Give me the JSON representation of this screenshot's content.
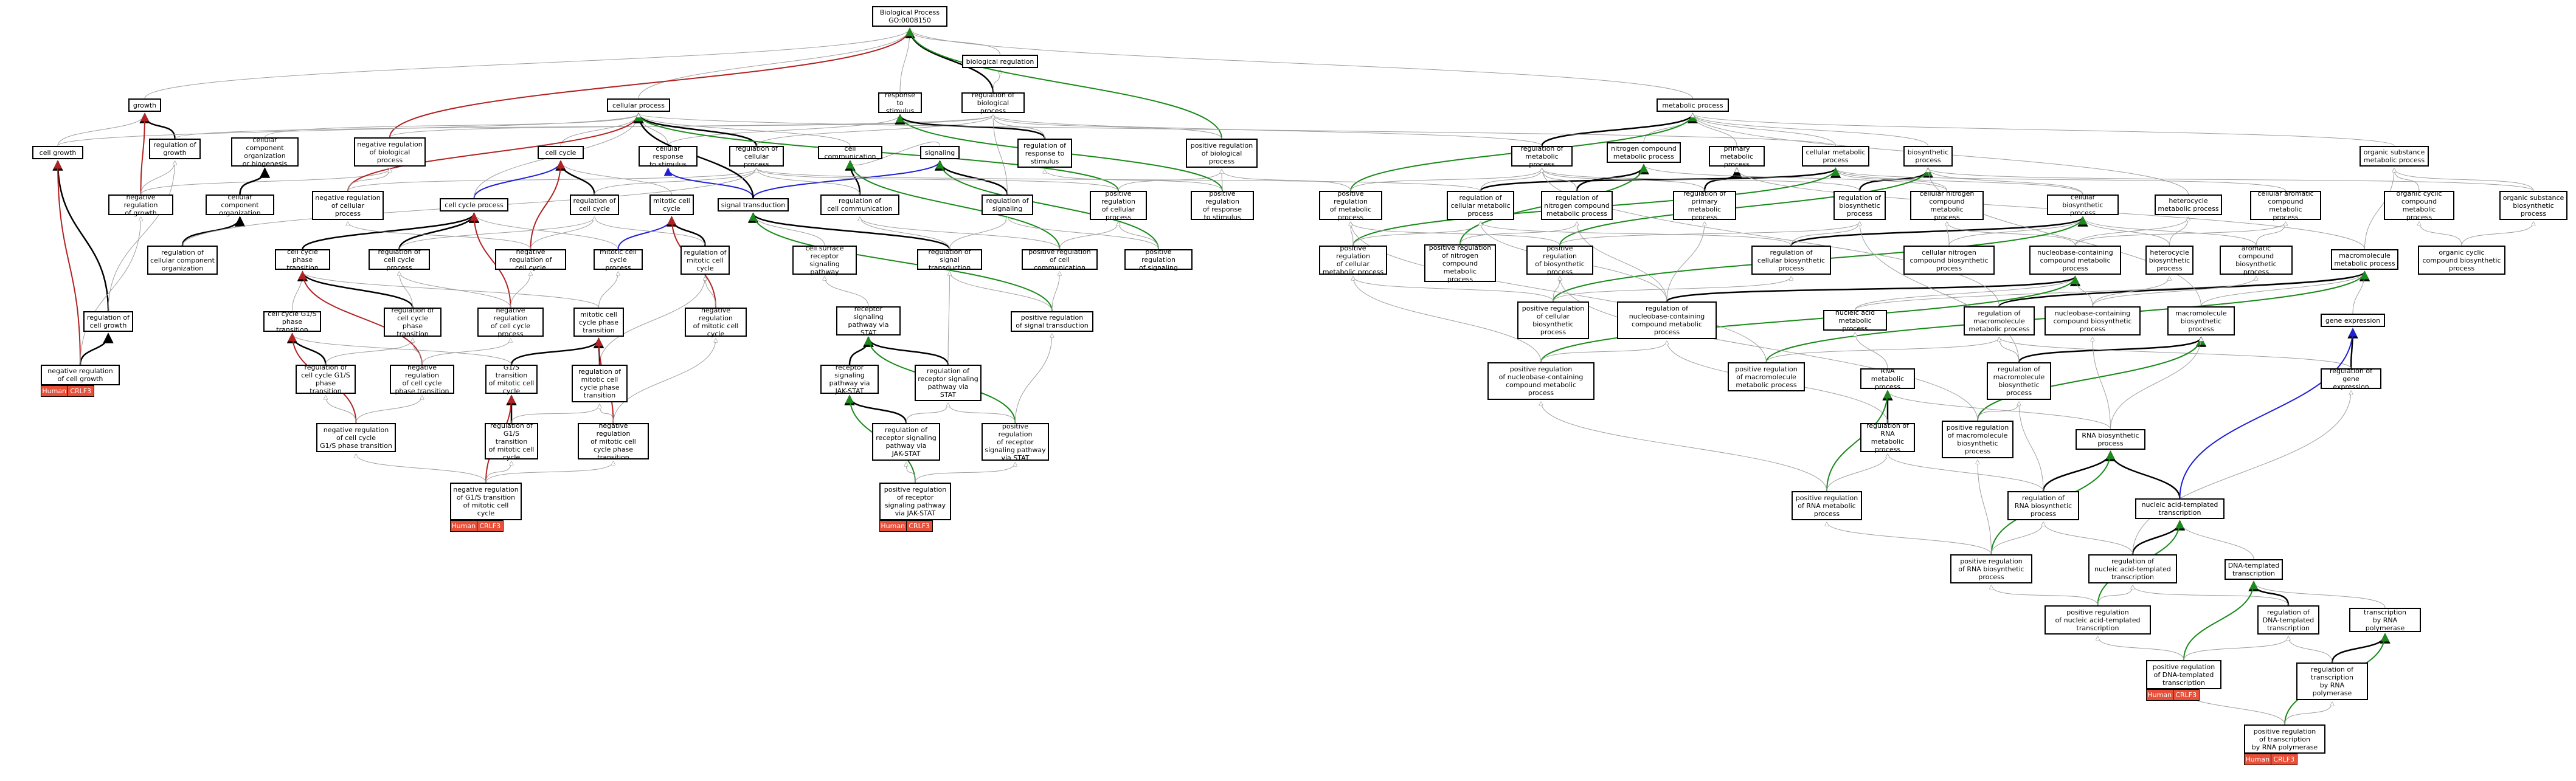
{
  "title": "GO biological process graph for CRLF3",
  "badge": {
    "species": "Human",
    "gene": "CRLF3"
  },
  "colors": {
    "is_a": "#9e9e9e",
    "part_of": "#000000",
    "regulates": "#b22222",
    "neg_regulates": "#b22222",
    "pos_regulates": "#1a8a1a",
    "blue": "#1f1fd6",
    "badge": "#e8503a"
  },
  "nodes": [
    {
      "id": "bp",
      "label": "Biological Process\nGO:0008150"
    },
    {
      "id": "bioreg",
      "label": "biological regulation"
    },
    {
      "id": "resp_stim",
      "label": "response to\nstimulus"
    },
    {
      "id": "reg_bp",
      "label": "regulation of\nbiological process"
    },
    {
      "id": "growth",
      "label": "growth"
    },
    {
      "id": "cellular_process",
      "label": "cellular process"
    },
    {
      "id": "metabolic",
      "label": "metabolic process"
    },
    {
      "id": "reg_growth",
      "label": "regulation of\ngrowth"
    },
    {
      "id": "cc_org",
      "label": "cellular component\norganization\nor biogenesis"
    },
    {
      "id": "neg_reg_bp",
      "label": "negative regulation\nof biological\nprocess"
    },
    {
      "id": "cell_growth",
      "label": "cell growth"
    },
    {
      "id": "cell_cycle",
      "label": "cell cycle"
    },
    {
      "id": "cell_resp",
      "label": "cellular response\nto stimulus"
    },
    {
      "id": "reg_cp",
      "label": "regulation of\ncellular process"
    },
    {
      "id": "cell_comm",
      "label": "cell communication"
    },
    {
      "id": "signaling",
      "label": "signaling"
    },
    {
      "id": "reg_resp",
      "label": "regulation of\nresponse to\nstimulus"
    },
    {
      "id": "pos_reg_bp",
      "label": "positive regulation\nof biological\nprocess"
    },
    {
      "id": "neg_reg_growth",
      "label": "negative regulation\nof growth"
    },
    {
      "id": "cc_organization",
      "label": "cellular component\norganization"
    },
    {
      "id": "neg_reg_cp",
      "label": "negative regulation\nof cellular\nprocess"
    },
    {
      "id": "cc_process",
      "label": "cell cycle process"
    },
    {
      "id": "reg_cell_cycle",
      "label": "regulation of\ncell cycle"
    },
    {
      "id": "mitotic_cc",
      "label": "mitotic cell\ncycle"
    },
    {
      "id": "sig_trans",
      "label": "signal transduction"
    },
    {
      "id": "reg_cell_comm",
      "label": "regulation of\ncell communication"
    },
    {
      "id": "reg_signaling",
      "label": "regulation of\nsignaling"
    },
    {
      "id": "pos_reg_cp",
      "label": "positive regulation\nof cellular\nprocess"
    },
    {
      "id": "pos_reg_resp",
      "label": "positive regulation\nof response\nto stimulus"
    },
    {
      "id": "reg_cc_org",
      "label": "regulation of\ncellular component\norganization"
    },
    {
      "id": "cc_phase_trans",
      "label": "cell cycle phase\ntransition"
    },
    {
      "id": "reg_ccp",
      "label": "regulation of\ncell cycle process"
    },
    {
      "id": "neg_reg_cc",
      "label": "negative regulation of\ncell cycle"
    },
    {
      "id": "mitotic_ccp",
      "label": "mitotic cell\ncycle process"
    },
    {
      "id": "reg_mitotic_cc",
      "label": "regulation of\nmitotic cell\ncycle"
    },
    {
      "id": "cs_rsp",
      "label": "cell surface\nreceptor signaling\npathway"
    },
    {
      "id": "reg_sig_trans",
      "label": "regulation of\nsignal transduction"
    },
    {
      "id": "pos_reg_cell_comm",
      "label": "positive regulation\nof cell communication"
    },
    {
      "id": "pos_reg_signaling",
      "label": "positive regulation\nof signaling"
    },
    {
      "id": "reg_cell_growth",
      "label": "regulation of\ncell growth"
    },
    {
      "id": "g1s",
      "label": "cell cycle G1/S\nphase transition"
    },
    {
      "id": "reg_ccpt",
      "label": "regulation of\ncell cycle phase\ntransition"
    },
    {
      "id": "neg_reg_ccp",
      "label": "negative regulation\nof cell cycle\nprocess"
    },
    {
      "id": "mitotic_ccpt",
      "label": "mitotic cell\ncycle phase\ntransition"
    },
    {
      "id": "neg_reg_mcc",
      "label": "negative regulation\nof mitotic cell\ncycle"
    },
    {
      "id": "rsp_stat",
      "label": "receptor signaling\npathway via\nSTAT"
    },
    {
      "id": "pos_reg_sig_trans",
      "label": "positive regulation\nof signal transduction"
    },
    {
      "id": "neg_reg_cell_growth",
      "label": "negative regulation\nof cell growth"
    },
    {
      "id": "reg_cc_g1s",
      "label": "regulation of\ncell cycle G1/S\nphase transition"
    },
    {
      "id": "neg_reg_ccpt",
      "label": "negative regulation\nof cell cycle\nphase transition"
    },
    {
      "id": "g1s_mitotic",
      "label": "G1/S transition\nof mitotic cell\ncycle"
    },
    {
      "id": "reg_mccpt",
      "label": "regulation of\nmitotic cell\ncycle phase\ntransition"
    },
    {
      "id": "rsp_jakstat",
      "label": "receptor signaling\npathway via\nJAK-STAT"
    },
    {
      "id": "reg_rsp_stat",
      "label": "regulation of\nreceptor signaling\npathway via\nSTAT"
    },
    {
      "id": "neg_reg_cc_g1s",
      "label": "negative regulation\nof cell cycle\nG1/S phase transition"
    },
    {
      "id": "reg_g1s_mitotic",
      "label": "regulation of\nG1/S transition\nof mitotic cell\ncycle"
    },
    {
      "id": "neg_reg_mccpt",
      "label": "negative regulation\nof mitotic cell\ncycle phase\ntransition"
    },
    {
      "id": "reg_rsp_jakstat",
      "label": "regulation of\nreceptor signaling\npathway via\nJAK-STAT"
    },
    {
      "id": "pos_reg_rsp_stat",
      "label": "positive regulation\nof receptor\nsignaling pathway\nvia STAT"
    },
    {
      "id": "neg_reg_g1s_mitotic",
      "label": "negative regulation\nof G1/S transition\nof mitotic cell\ncycle"
    },
    {
      "id": "pos_reg_rsp_jakstat",
      "label": "positive regulation\nof receptor\nsignaling pathway\nvia JAK-STAT"
    },
    {
      "id": "reg_metab",
      "label": "regulation of\nmetabolic process"
    },
    {
      "id": "nitrogen",
      "label": "nitrogen compound\nmetabolic process"
    },
    {
      "id": "primary_metab",
      "label": "primary metabolic\nprocess"
    },
    {
      "id": "cell_metab",
      "label": "cellular metabolic\nprocess"
    },
    {
      "id": "biosynth",
      "label": "biosynthetic\nprocess"
    },
    {
      "id": "org_sub",
      "label": "organic substance\nmetabolic process"
    },
    {
      "id": "pos_reg_metab",
      "label": "positive regulation\nof metabolic\nprocess"
    },
    {
      "id": "reg_cell_metab",
      "label": "regulation of\ncellular metabolic\nprocess"
    },
    {
      "id": "reg_nitrogen",
      "label": "regulation of\nnitrogen compound\nmetabolic process"
    },
    {
      "id": "reg_primary",
      "label": "regulation of\nprimary metabolic\nprocess"
    },
    {
      "id": "reg_biosynth",
      "label": "regulation of\nbiosynthetic\nprocess"
    },
    {
      "id": "cell_nitrogen",
      "label": "cellular nitrogen\ncompound metabolic\nprocess"
    },
    {
      "id": "cell_biosynth",
      "label": "cellular biosynthetic\nprocess"
    },
    {
      "id": "heterocycle_metab",
      "label": "heterocycle\nmetabolic process"
    },
    {
      "id": "cell_aromatic",
      "label": "cellular aromatic\ncompound metabolic\nprocess"
    },
    {
      "id": "org_cyclic",
      "label": "organic cyclic\ncompound metabolic\nprocess"
    },
    {
      "id": "org_sub_bios",
      "label": "organic substance\nbiosynthetic\nprocess"
    },
    {
      "id": "pos_reg_cell_metab",
      "label": "positive regulation\nof cellular\nmetabolic process"
    },
    {
      "id": "pos_reg_nitrogen",
      "label": "positive regulation\nof nitrogen\ncompound metabolic\nprocess"
    },
    {
      "id": "pos_reg_biosynth",
      "label": "positive regulation\nof biosynthetic\nprocess"
    },
    {
      "id": "reg_cell_biosynth",
      "label": "regulation of\ncellular biosynthetic\nprocess"
    },
    {
      "id": "cell_nitrogen_bios",
      "label": "cellular nitrogen\ncompound biosynthetic\nprocess"
    },
    {
      "id": "nucleobase_metab",
      "label": "nucleobase-containing\ncompound metabolic\nprocess"
    },
    {
      "id": "heterocycle_bios",
      "label": "heterocycle\nbiosynthetic\nprocess"
    },
    {
      "id": "aromatic_bios",
      "label": "aromatic compound\nbiosynthetic\nprocess"
    },
    {
      "id": "macromol_metab",
      "label": "macromolecule\nmetabolic process"
    },
    {
      "id": "org_cyclic_bios",
      "label": "organic cyclic\ncompound biosynthetic\nprocess"
    },
    {
      "id": "pos_reg_cell_bios",
      "label": "positive regulation\nof cellular\nbiosynthetic\nprocess"
    },
    {
      "id": "reg_nucleobase",
      "label": "regulation of\nnucleobase-containing\ncompound metabolic\nprocess"
    },
    {
      "id": "nucleic_acid_metab",
      "label": "nucleic acid\nmetabolic process"
    },
    {
      "id": "reg_macromol_metab",
      "label": "regulation of\nmacromolecule\nmetabolic process"
    },
    {
      "id": "nucleobase_bios",
      "label": "nucleobase-containing\ncompound biosynthetic\nprocess"
    },
    {
      "id": "macromol_bios",
      "label": "macromolecule\nbiosynthetic\nprocess"
    },
    {
      "id": "gene_expr",
      "label": "gene expression"
    },
    {
      "id": "pos_reg_nucleobase",
      "label": "positive regulation\nof nucleobase-containing\ncompound metabolic\nprocess"
    },
    {
      "id": "pos_reg_macromol_metab",
      "label": "positive regulation\nof macromolecule\nmetabolic process"
    },
    {
      "id": "rna_metab",
      "label": "RNA metabolic\nprocess"
    },
    {
      "id": "reg_macromol_bios",
      "label": "regulation of\nmacromolecule\nbiosynthetic\nprocess"
    },
    {
      "id": "reg_gene_expr",
      "label": "regulation of\ngene expression"
    },
    {
      "id": "reg_rna_metab",
      "label": "regulation of\nRNA metabolic\nprocess"
    },
    {
      "id": "pos_reg_macromol_bios",
      "label": "positive regulation\nof macromolecule\nbiosynthetic\nprocess"
    },
    {
      "id": "rna_bios",
      "label": "RNA biosynthetic\nprocess"
    },
    {
      "id": "pos_reg_rna_metab",
      "label": "positive regulation\nof RNA metabolic\nprocess"
    },
    {
      "id": "reg_rna_bios",
      "label": "regulation of\nRNA biosynthetic\nprocess"
    },
    {
      "id": "nat",
      "label": "nucleic acid-templated\ntranscription"
    },
    {
      "id": "reg_nat",
      "label": "regulation of\nnucleic acid-templated\ntranscription"
    },
    {
      "id": "pos_reg_rna_bios",
      "label": "positive regulation\nof RNA biosynthetic\nprocess"
    },
    {
      "id": "dna_tr",
      "label": "DNA-templated\ntranscription"
    },
    {
      "id": "pos_reg_nat",
      "label": "positive regulation\nof nucleic acid-templated\ntranscription"
    },
    {
      "id": "reg_dna_tr",
      "label": "regulation of\nDNA-templated\ntranscription"
    },
    {
      "id": "tr_rnapol",
      "label": "transcription\nby RNA polymerase"
    },
    {
      "id": "pos_reg_dna_tr",
      "label": "positive regulation\nof DNA-templated\ntranscription"
    },
    {
      "id": "reg_tr_rnapol",
      "label": "regulation of\ntranscription\nby RNA polymerase"
    },
    {
      "id": "pos_reg_tr_rnapol",
      "label": "positive regulation\nof transcription\nby RNA polymerase"
    }
  ]
}
